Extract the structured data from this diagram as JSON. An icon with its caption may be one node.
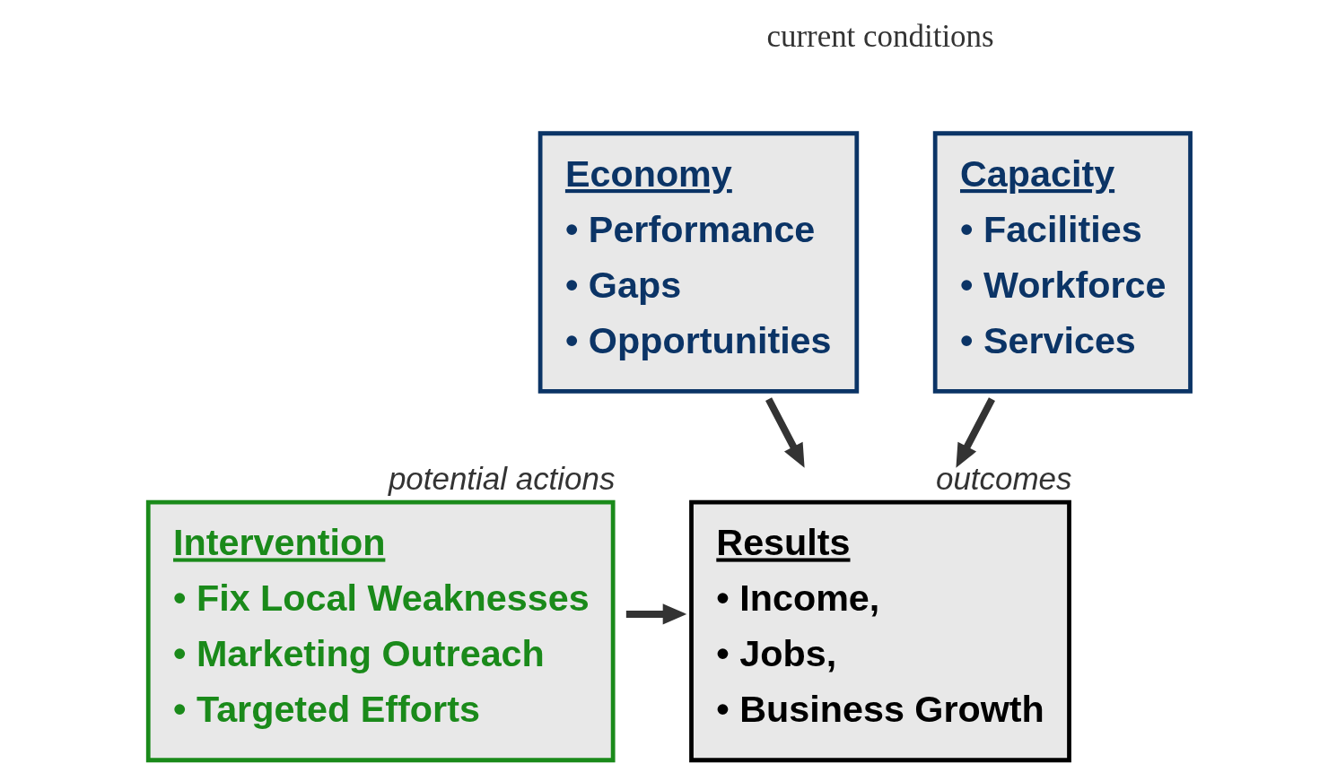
{
  "diagram": {
    "nodes": [
      {
        "text": [
          "Economy",
          "• Performance",
          "• Gaps",
          "• Opportunities"
        ]
      },
      {
        "text": [
          "Capacity",
          "• Facilities",
          "• Workforce",
          "• Services"
        ]
      },
      {
        "text": [
          "Intervention",
          "• Fix Local Weaknesses",
          "• Marketing Outreach",
          "• Targeted Efforts"
        ],
        "beside": [
          "potential actions"
        ]
      },
      {
        "text": [
          "Results",
          "• Income,",
          "• Jobs,",
          "• Business Growth"
        ],
        "beside": [
          "outcomes"
        ]
      }
    ],
    "edges": [
      {
        "from": 0,
        "to": 3,
        "arrow": "to"
      },
      {
        "from": 1,
        "to": 3,
        "arrow": "to"
      },
      {
        "from": 2,
        "to": 3,
        "arrow": "to"
      }
    ],
    "labels": [
      "current conditions"
    ]
  }
}
